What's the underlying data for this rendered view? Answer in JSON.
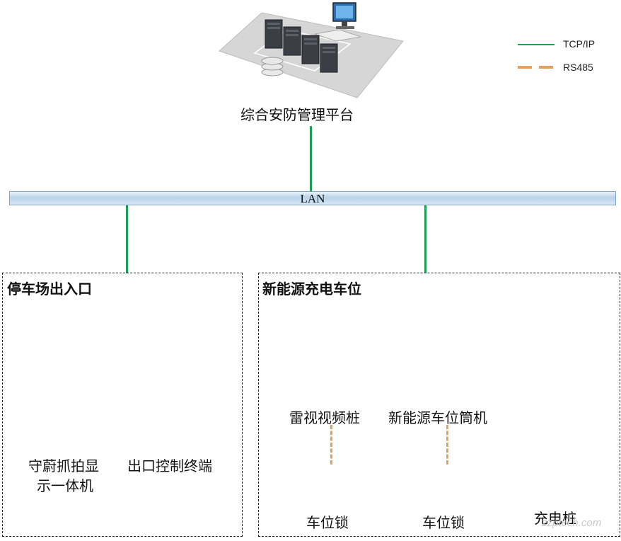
{
  "platform": {
    "label": "综合安防管理平台",
    "icon": "server-cluster-icon"
  },
  "legend": {
    "items": [
      {
        "label": "TCP/IP",
        "style": "solid",
        "color": "#1e9f55"
      },
      {
        "label": "RS485",
        "style": "dashed",
        "color": "#e8a060"
      }
    ]
  },
  "network": {
    "label": "LAN"
  },
  "zones": {
    "parking": {
      "title": "停车场出入口",
      "devices": [
        {
          "label_line1": "守蔚抓拍显",
          "label_line2": "示一体机"
        },
        {
          "label_line1": "出口控制终端"
        }
      ]
    },
    "ev": {
      "title": "新能源充电车位",
      "devices": [
        {
          "label": "雷视视频桩"
        },
        {
          "label": "新能源车位筒机"
        },
        {
          "label": "车位锁"
        },
        {
          "label": "车位锁"
        },
        {
          "label": "充电桩"
        }
      ]
    }
  },
  "watermark": "zzptech.com"
}
